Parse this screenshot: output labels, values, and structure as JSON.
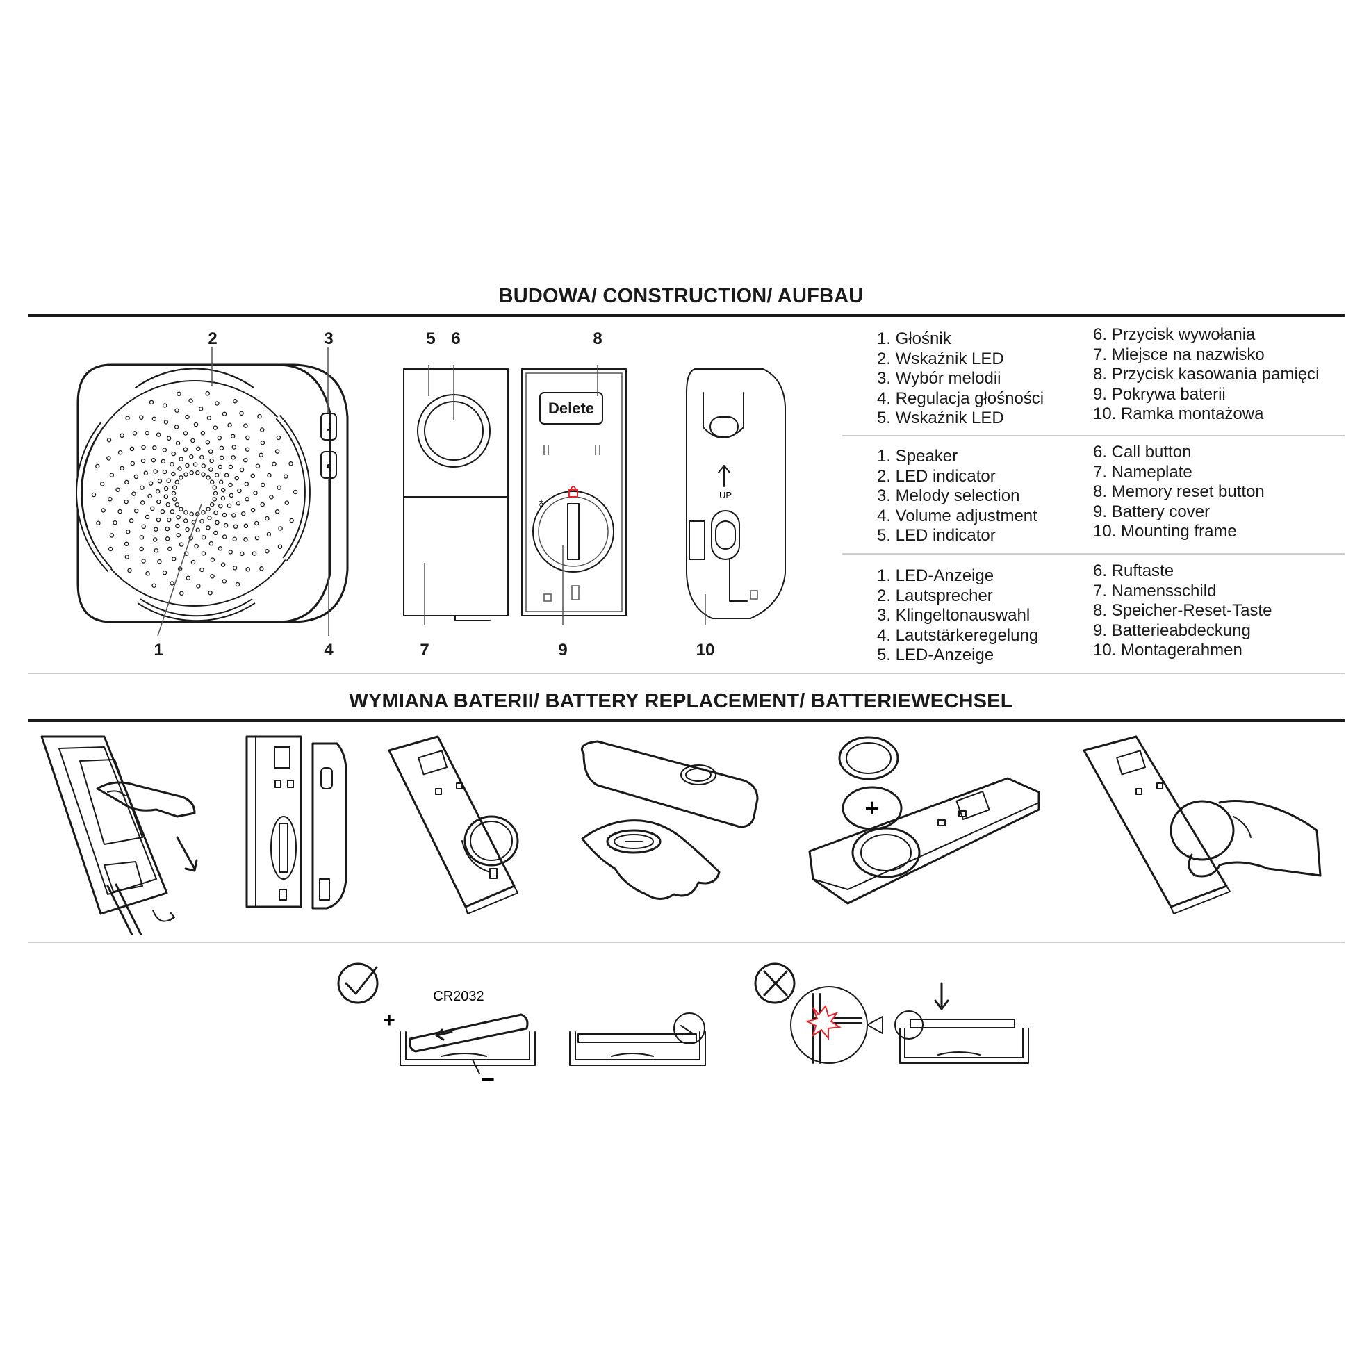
{
  "construction": {
    "title": "BUDOWA/ CONSTRUCTION/ AUFBAU",
    "callouts": [
      "1",
      "2",
      "3",
      "4",
      "5",
      "6",
      "7",
      "8",
      "9",
      "10"
    ],
    "delete_button_label": "Delete",
    "up_label": "UP",
    "legend_pl": {
      "left": [
        "1. Głośnik",
        "2. Wskaźnik LED",
        "3. Wybór melodii",
        "4. Regulacja głośności",
        "5. Wskaźnik LED"
      ],
      "right": [
        "6. Przycisk wywołania",
        "7. Miejsce na nazwisko",
        "8. Przycisk kasowania pamięci",
        "9. Pokrywa baterii",
        "10.   Ramka montażowa"
      ]
    },
    "legend_en": {
      "left": [
        "1. Speaker",
        "2. LED indicator",
        "3. Melody selection",
        "4. Volume adjustment",
        "5. LED indicator"
      ],
      "right": [
        "6. Call button",
        "7. Nameplate",
        "8. Memory reset button",
        "9. Battery cover",
        "10.   Mounting frame"
      ]
    },
    "legend_de": {
      "left": [
        "1. LED-Anzeige",
        "2. Lautsprecher",
        "3. Klingeltonauswahl",
        "4. Lautstärkeregelung",
        "5. LED-Anzeige"
      ],
      "right": [
        "6. Ruftaste",
        "7. Namensschild",
        "8. Speicher-Reset-Taste",
        "9. Batterieabdeckung",
        "10.   Montagerahmen"
      ]
    }
  },
  "battery": {
    "title": "WYMIANA BATERII/ BATTERY REPLACEMENT/ BATTERIEWECHSEL",
    "battery_label": "CR2032",
    "plus_sign": "+",
    "minus_sign": "−",
    "steps": [
      "slide-off-frame",
      "separate-frame",
      "open-battery-cover",
      "remove-battery",
      "insert-new-battery",
      "close-battery-cover"
    ],
    "correct_icon": "check-circle-icon",
    "wrong_icon": "x-circle-icon"
  },
  "colors": {
    "line": "#1a1a1a",
    "divider": "#cfcfcf",
    "lock_red": "#e8242b"
  }
}
